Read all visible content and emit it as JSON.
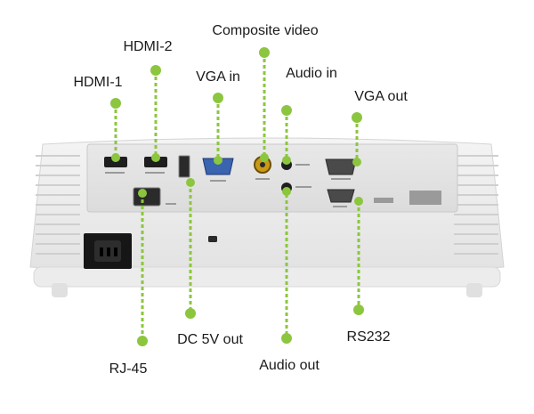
{
  "diagram": {
    "accent_color": "#8cc63f",
    "labels": {
      "hdmi1": "HDMI-1",
      "hdmi2": "HDMI-2",
      "vga_in": "VGA in",
      "composite_video": "Composite video",
      "audio_in": "Audio in",
      "vga_out": "VGA out",
      "rj45": "RJ-45",
      "dc5v_out": "DC 5V out",
      "audio_out": "Audio out",
      "rs232": "RS232"
    }
  }
}
